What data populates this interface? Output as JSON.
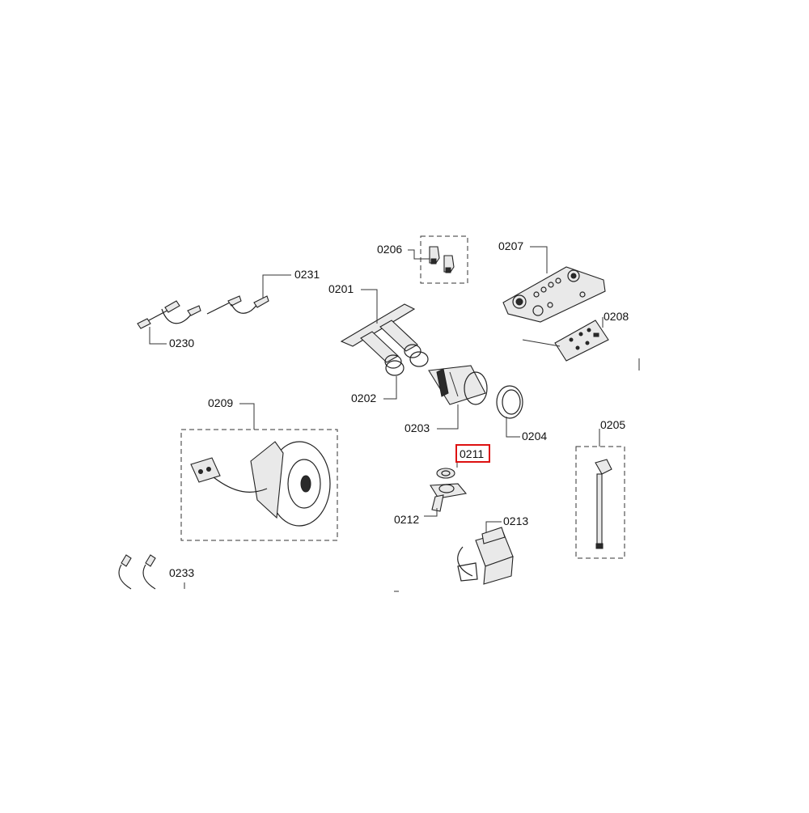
{
  "highlight_color": "#d11111",
  "labels": {
    "p0201": "0201",
    "p0202": "0202",
    "p0203": "0203",
    "p0204": "0204",
    "p0205": "0205",
    "p0206": "0206",
    "p0207": "0207",
    "p0208": "0208",
    "p0209": "0209",
    "p0211": "0211",
    "p0212": "0212",
    "p0213": "0213",
    "p0230": "0230",
    "p0231": "0231",
    "p0233": "0233"
  },
  "highlighted_part": "0211"
}
